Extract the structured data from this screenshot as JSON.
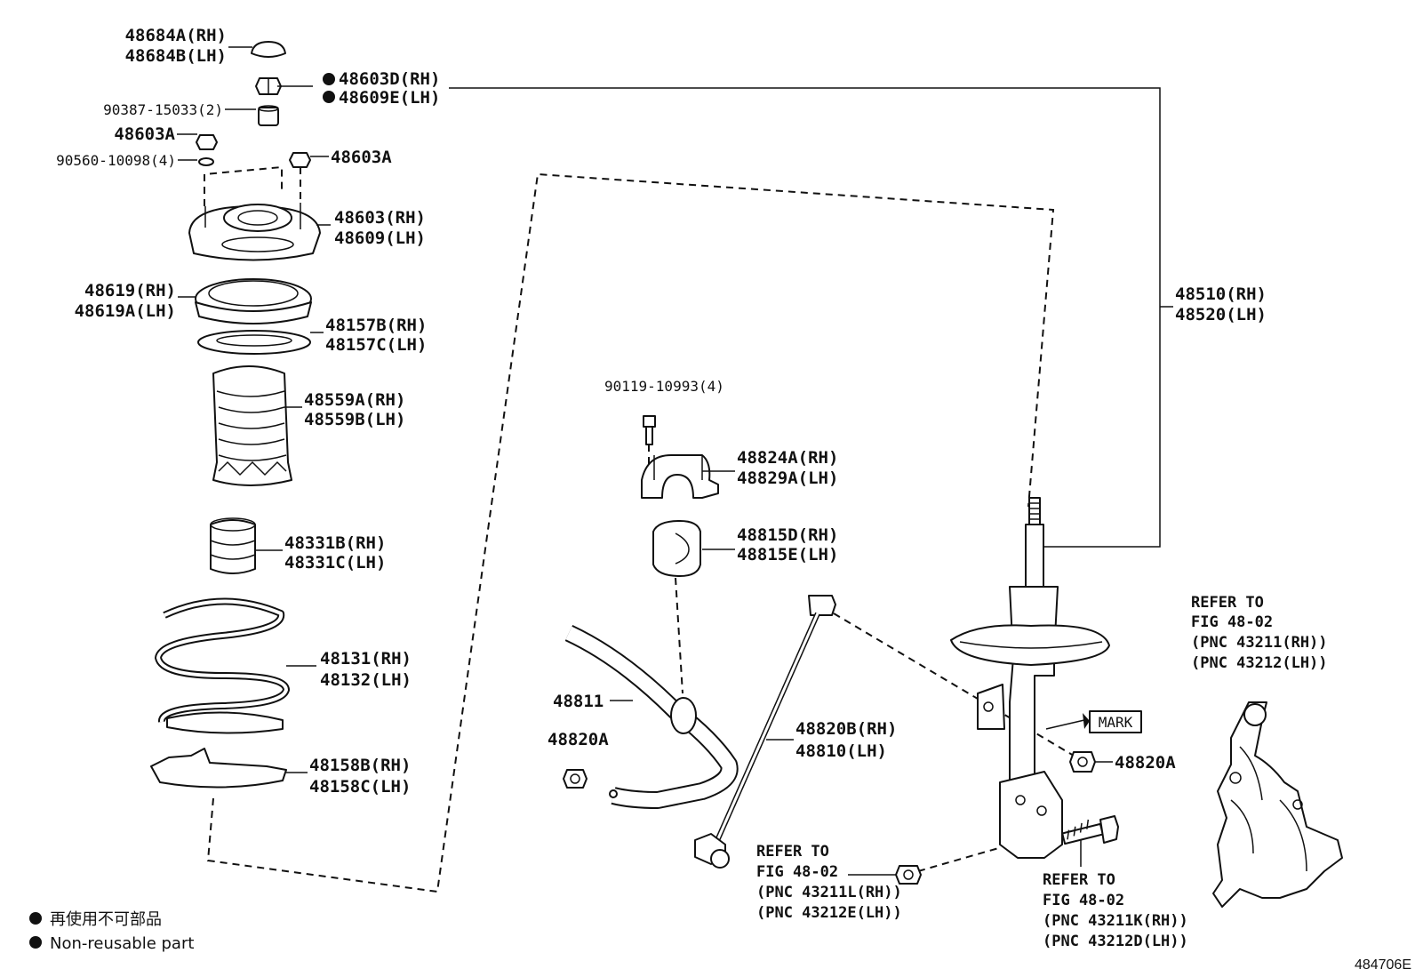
{
  "labels": {
    "p48684": [
      "48684A(RH)",
      "48684B(LH)"
    ],
    "p48603d": [
      "48603D(RH)",
      "48609E(LH)"
    ],
    "p90387": "90387-15033(2)",
    "p48603a_left": "48603A",
    "p90560": "90560-10098(4)",
    "p48603a_right": "48603A",
    "p48603": [
      "48603(RH)",
      "48609(LH)"
    ],
    "p48619": [
      "48619(RH)",
      "48619A(LH)"
    ],
    "p48157": [
      "48157B(RH)",
      "48157C(LH)"
    ],
    "p48559": [
      "48559A(RH)",
      "48559B(LH)"
    ],
    "p48331": [
      "48331B(RH)",
      "48331C(LH)"
    ],
    "p48131": [
      "48131(RH)",
      "48132(LH)"
    ],
    "p48158": [
      "48158B(RH)",
      "48158C(LH)"
    ],
    "p90119": "90119-10993(4)",
    "p48824": [
      "48824A(RH)",
      "48829A(LH)"
    ],
    "p48815": [
      "48815D(RH)",
      "48815E(LH)"
    ],
    "p48811": "48811",
    "p48820a_left": "48820A",
    "p48820b": [
      "48820B(RH)",
      "48810(LH)"
    ],
    "p48820a_right": "48820A",
    "p48510": [
      "48510(RH)",
      "48520(LH)"
    ],
    "mark": "MARK"
  },
  "refs": {
    "knuckle": [
      "REFER TO",
      "FIG 48-02",
      "(PNC 43211(RH))",
      "(PNC 43212(LH))"
    ],
    "nut": [
      "REFER TO",
      "FIG 48-02",
      "(PNC 43211L(RH))",
      "(PNC 43212E(LH))"
    ],
    "bolt": [
      "REFER TO",
      "FIG 48-02",
      "(PNC 43211K(RH))",
      "(PNC 43212D(LH))"
    ]
  },
  "legend": {
    "line1": "再使用不可部品",
    "line2": "Non-reusable part"
  },
  "figure_number": "484706E"
}
